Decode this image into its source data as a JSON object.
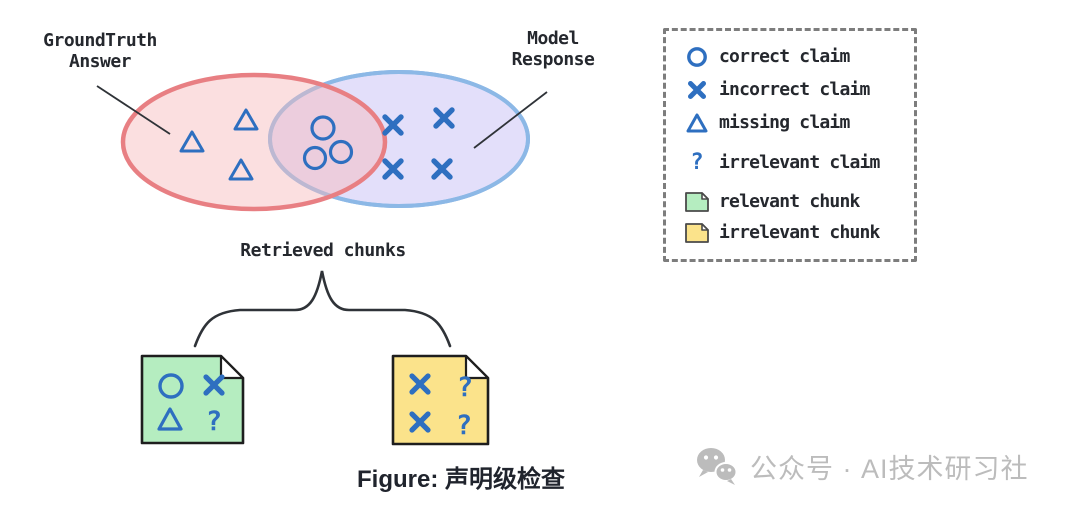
{
  "colors": {
    "marker_blue": "#2e6fc0",
    "groundtruth_fill": "rgba(247,183,187,0.45)",
    "groundtruth_stroke": "#e87f83",
    "model_fill": "#e3dffa",
    "model_stroke": "#8cb8e6",
    "green_chunk_fill": "#b5edc0",
    "yellow_chunk_fill": "#fbe38b",
    "watermark_gray": "#bcbcbc"
  },
  "venn": {
    "groundtruth_label": "GroundTruth\nAnswer",
    "model_label": "Model\nResponse",
    "groundtruth_only_markers": [
      "missing claim",
      "missing claim",
      "missing claim"
    ],
    "overlap_markers": [
      "correct claim",
      "correct claim",
      "correct claim"
    ],
    "model_only_markers": [
      "incorrect claim",
      "incorrect claim",
      "incorrect claim",
      "incorrect claim"
    ]
  },
  "retrieved": {
    "label": "Retrieved chunks",
    "relevant_chunk_symbols": [
      "correct claim",
      "incorrect claim",
      "missing claim",
      "irrelevant claim"
    ],
    "irrelevant_chunk_symbols": [
      "incorrect claim",
      "irrelevant claim",
      "incorrect claim",
      "irrelevant claim"
    ]
  },
  "legend": {
    "items": [
      {
        "icon": "circle-outline-icon",
        "label": "correct claim"
      },
      {
        "icon": "x-mark-icon",
        "label": "incorrect claim"
      },
      {
        "icon": "triangle-outline-icon",
        "label": "missing claim"
      },
      {
        "icon": "question-mark-icon",
        "label": "irrelevant claim"
      },
      {
        "icon": "relevant-chunk-icon",
        "label": "relevant chunk"
      },
      {
        "icon": "irrelevant-chunk-icon",
        "label": "irrelevant chunk"
      }
    ]
  },
  "symbols": {
    "question_mark": "?"
  },
  "caption": "Figure: 声明级检查",
  "watermark": "公众号 · AI技术研习社"
}
